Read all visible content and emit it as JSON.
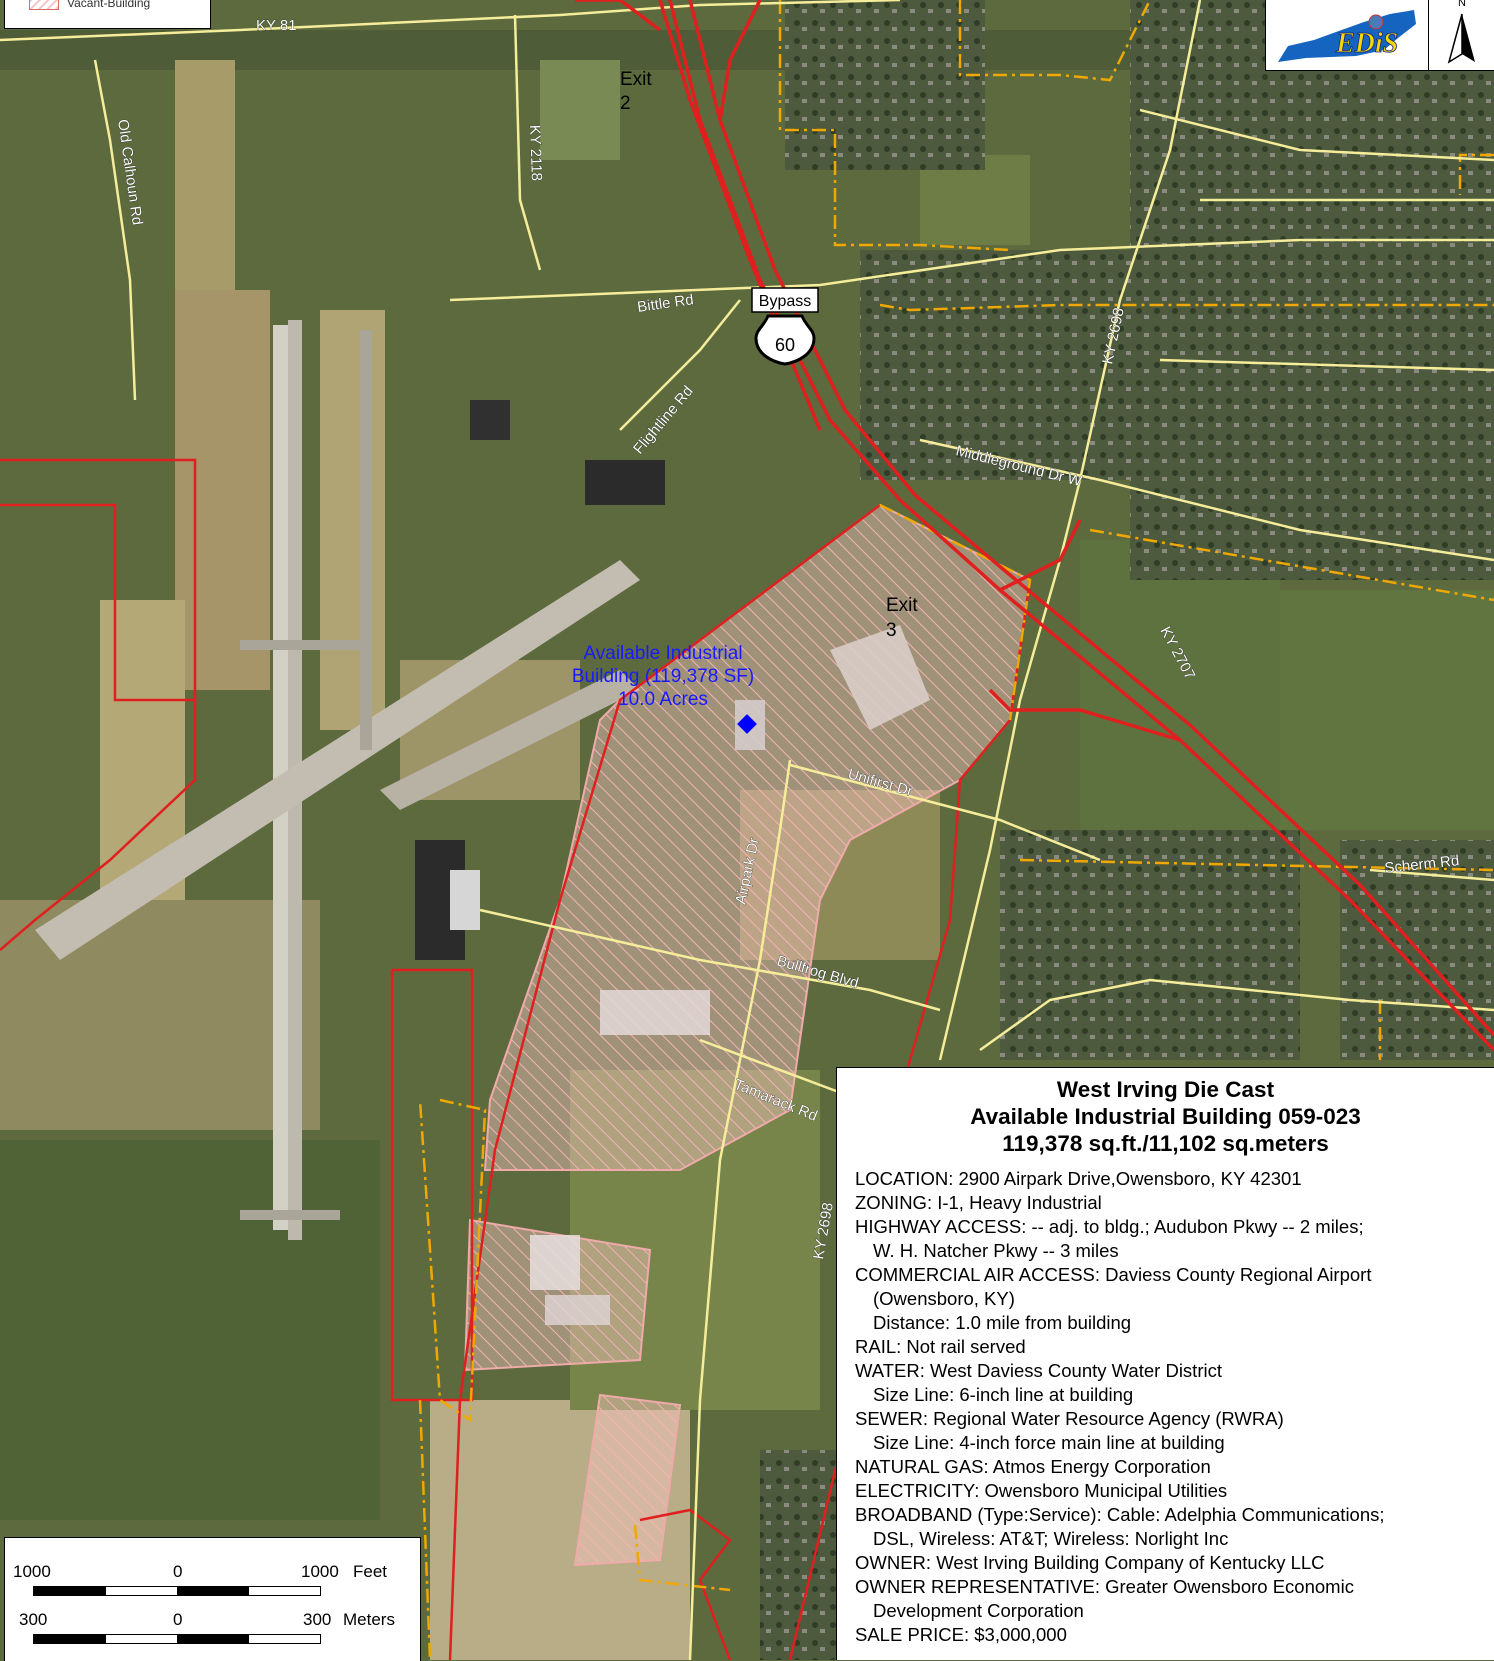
{
  "legend": {
    "label": "Vacant-Building"
  },
  "logo": {
    "text": "EDiS"
  },
  "north_arrow": {
    "label": "N"
  },
  "roads": {
    "ky81": "KY 81",
    "old_calhoun": "Old Calhoun Rd",
    "ky2118": "KY 2118",
    "bittle": "Bittle Rd",
    "flightline": "Flightline Rd",
    "ky2698_north": "KY 2698",
    "middleground": "Middleground Dr W",
    "ky2707": "KY 2707",
    "unifirst": "Unifirst Dr",
    "airpark": "Airpark Dr",
    "bullfrog": "Bullfrog Blvd",
    "tamarack": "Tamarack Rd",
    "ky2698_south": "KY 2698",
    "scherm": "Scherm Rd"
  },
  "exits": {
    "exit2_word": "Exit",
    "exit2_num": "2",
    "exit3_word": "Exit",
    "exit3_num": "3"
  },
  "shield": {
    "banner": "Bypass",
    "number": "60"
  },
  "available_label": {
    "line1": "Available Industrial",
    "line2": "Building (119,378 SF)",
    "line3": "10.0 Acres"
  },
  "scale": {
    "feet_left": "1000",
    "feet_zero": "0",
    "feet_right": "1000",
    "feet_unit": "Feet",
    "meters_left": "300",
    "meters_zero": "0",
    "meters_right": "300",
    "meters_unit": "Meters"
  },
  "info": {
    "title1": "West Irving Die Cast",
    "title2": "Available Industrial Building 059-023",
    "title3": "119,378 sq.ft./11,102 sq.meters",
    "location": "LOCATION: 2900 Airpark Drive,Owensboro, KY 42301",
    "zoning": "ZONING: I-1, Heavy Industrial",
    "highway1": "HIGHWAY ACCESS:  -- adj. to bldg.; Audubon Pkwy -- 2 miles;",
    "highway2": "W. H. Natcher Pkwy -- 3 miles",
    "air1": "COMMERCIAL AIR ACCESS: Daviess County Regional Airport",
    "air2": "(Owensboro, KY)",
    "air3": "Distance: 1.0 mile from building",
    "rail": "RAIL: Not rail served",
    "water1": "WATER: West Daviess County Water District",
    "water2": "Size Line: 6-inch line at building",
    "sewer1": "SEWER: Regional Water Resource Agency (RWRA)",
    "sewer2": "Size Line: 4-inch force main line at building",
    "gas": "NATURAL GAS: Atmos Energy Corporation",
    "electricity": "ELECTRICITY: Owensboro Municipal Utilities",
    "broadband1": "BROADBAND (Type:Service): Cable: Adelphia Communications;",
    "broadband2": "DSL, Wireless: AT&T; Wireless: Norlight Inc",
    "owner": "OWNER: West Irving Building Company of Kentucky LLC",
    "rep1": "OWNER REPRESENTATIVE: Greater Owensboro Economic",
    "rep2": "Development Corporation",
    "price": "SALE PRICE: $3,000,000"
  }
}
